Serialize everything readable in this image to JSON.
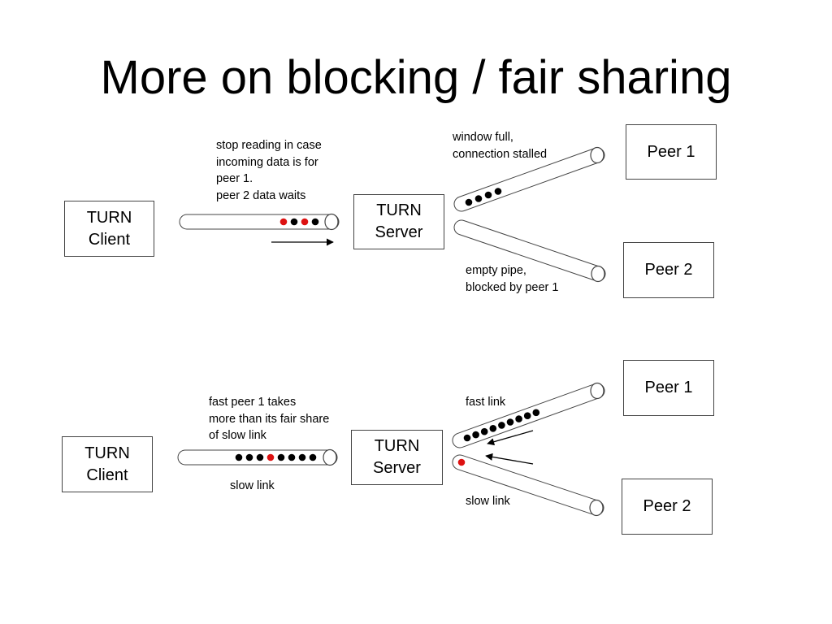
{
  "title": "More on blocking / fair sharing",
  "colors": {
    "packet": "#000000",
    "marked_packet": "#dd1111",
    "outline": "#444444"
  },
  "scenario_top": {
    "client_label": "TURN\nClient",
    "server_label": "TURN\nServer",
    "peer1_label": "Peer 1",
    "peer2_label": "Peer 2",
    "note_client_pipe": "stop reading in case\nincoming data is for\npeer 1.\npeer 2 data waits",
    "note_peer1_pipe": "window full,\nconnection stalled",
    "note_peer2_pipe": "empty pipe,\nblocked by peer 1",
    "client_pipe_packets": [
      "red",
      "black",
      "red",
      "black"
    ],
    "peer1_pipe_packets": [
      "black",
      "black",
      "black",
      "black"
    ],
    "peer2_pipe_packets": []
  },
  "scenario_bottom": {
    "client_label": "TURN\nClient",
    "server_label": "TURN\nServer",
    "peer1_label": "Peer 1",
    "peer2_label": "Peer 2",
    "note_client_pipe": "fast peer 1 takes\nmore than its fair share\nof slow link",
    "label_client_link": "slow link",
    "label_peer1_link": "fast link",
    "label_peer2_link": "slow link",
    "client_pipe_packets": [
      "black",
      "black",
      "black",
      "red",
      "black",
      "black",
      "black",
      "black"
    ],
    "peer1_pipe_packets": [
      "black",
      "black",
      "black",
      "black",
      "black",
      "black",
      "black",
      "black",
      "black"
    ],
    "peer2_pipe_packets": [
      "red"
    ]
  }
}
